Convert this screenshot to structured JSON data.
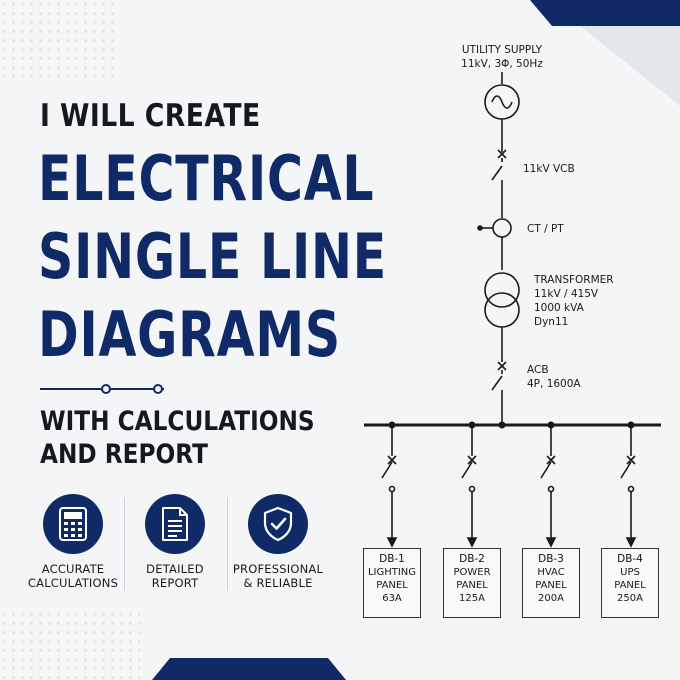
{
  "headline": {
    "intro": "I WILL CREATE",
    "line1": "ELECTRICAL",
    "line2": "SINGLE LINE",
    "line3": "DIAGRAMS",
    "sub1": "WITH CALCULATIONS",
    "sub2": "AND REPORT"
  },
  "features": [
    {
      "icon": "calculator-icon",
      "label": "ACCURATE\nCALCULATIONS"
    },
    {
      "icon": "document-icon",
      "label": "DETAILED\nREPORT"
    },
    {
      "icon": "shield-check-icon",
      "label": "PROFESSIONAL\n& RELIABLE"
    }
  ],
  "diagram": {
    "supply_title": "UTILITY SUPPLY",
    "supply_spec": "11kV, 3Φ, 50Hz",
    "vcb": "11kV VCB",
    "ctpt": "CT / PT",
    "transformer": {
      "title": "TRANSFORMER",
      "ratio": "11kV / 415V",
      "rating": "1000 kVA",
      "vector": "Dyn11"
    },
    "acb": {
      "title": "ACB",
      "spec": "4P, 1600A"
    },
    "panels": [
      {
        "id": "DB-1",
        "line1": "LIGHTING",
        "line2": "PANEL",
        "rating": "63A"
      },
      {
        "id": "DB-2",
        "line1": "POWER",
        "line2": "PANEL",
        "rating": "125A"
      },
      {
        "id": "DB-3",
        "line1": "HVAC",
        "line2": "PANEL",
        "rating": "200A"
      },
      {
        "id": "DB-4",
        "line1": "UPS",
        "line2": "PANEL",
        "rating": "250A"
      }
    ]
  },
  "colors": {
    "navy": "#0f2a66",
    "dark_text": "#15181f",
    "background": "#f4f5f7",
    "line": "#1a1a1a"
  }
}
